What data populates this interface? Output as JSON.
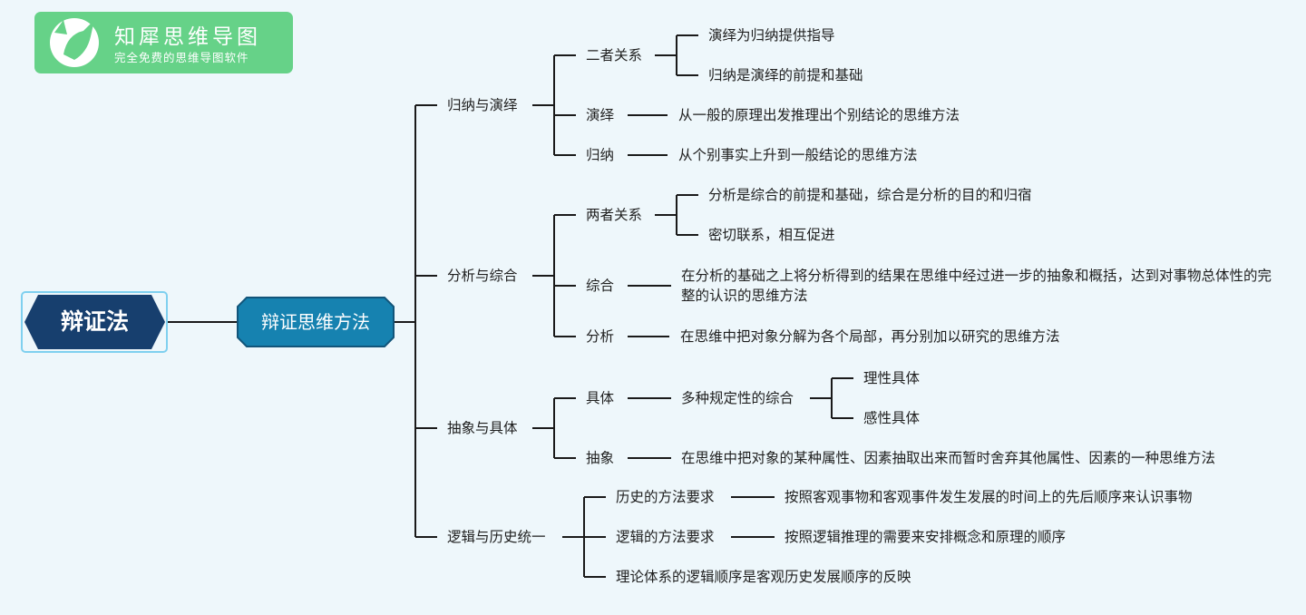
{
  "logo": {
    "title": "知犀思维导图",
    "subtitle": "完全免费的思维导图软件"
  },
  "root": "辩证法",
  "main": "辩证思维方法",
  "branches": [
    {
      "label": "归纳与演绎",
      "children": [
        {
          "label": "二者关系",
          "children": [
            "演绎为归纳提供指导",
            "归纳是演绎的前提和基础"
          ]
        },
        {
          "label": "演绎",
          "desc": "从一般的原理出发推理出个别结论的思维方法"
        },
        {
          "label": "归纳",
          "desc": "从个别事实上升到一般结论的思维方法"
        }
      ]
    },
    {
      "label": "分析与综合",
      "children": [
        {
          "label": "两者关系",
          "children": [
            "分析是综合的前提和基础，综合是分析的目的和归宿",
            "密切联系，相互促进"
          ]
        },
        {
          "label": "综合",
          "desc": "在分析的基础之上将分析得到的结果在思维中经过进一步的抽象和概括，达到对事物总体性的完整的认识的思维方法"
        },
        {
          "label": "分析",
          "desc": "在思维中把对象分解为各个局部，再分别加以研究的思维方法"
        }
      ]
    },
    {
      "label": "抽象与具体",
      "children": [
        {
          "label": "具体",
          "desc": "多种规定性的综合",
          "children": [
            "理性具体",
            "感性具体"
          ]
        },
        {
          "label": "抽象",
          "desc": "在思维中把对象的某种属性、因素抽取出来而暂时舍弃其他属性、因素的一种思维方法"
        }
      ]
    },
    {
      "label": "逻辑与历史统一",
      "children": [
        {
          "label": "历史的方法要求",
          "desc": "按照客观事物和客观事件发生发展的时间上的先后顺序来认识事物"
        },
        {
          "label": "逻辑的方法要求",
          "desc": "按照逻辑推理的需要来安排概念和原理的顺序"
        },
        {
          "label": "理论体系的逻辑顺序是客观历史发展顺序的反映"
        }
      ]
    }
  ],
  "colors": {
    "root_fill": "#173f6e",
    "main_fill": "#1682b0",
    "main_stroke": "#12557a",
    "line": "#1a1a1a",
    "logo": "#66d288"
  }
}
